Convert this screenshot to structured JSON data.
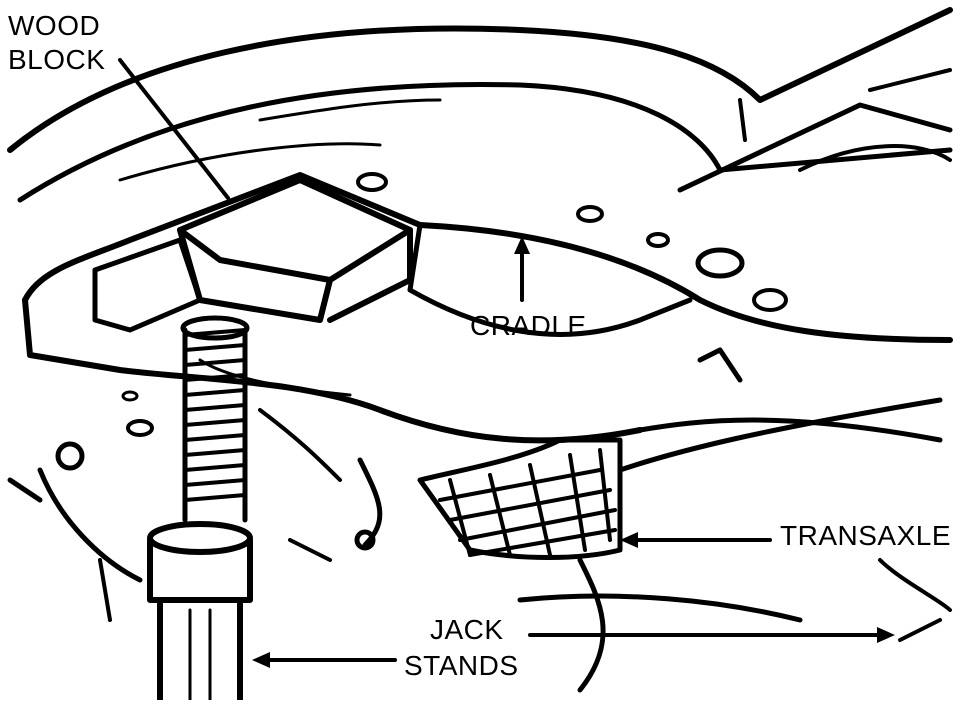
{
  "labels": {
    "wood_block_line1": "WOOD",
    "wood_block_line2": "BLOCK",
    "cradle": "CRADLE",
    "transaxle": "TRANSAXLE",
    "jack_stands_line1": "JACK",
    "jack_stands_line2": "STANDS"
  },
  "colors": {
    "ink": "#000000",
    "paper": "#ffffff"
  }
}
